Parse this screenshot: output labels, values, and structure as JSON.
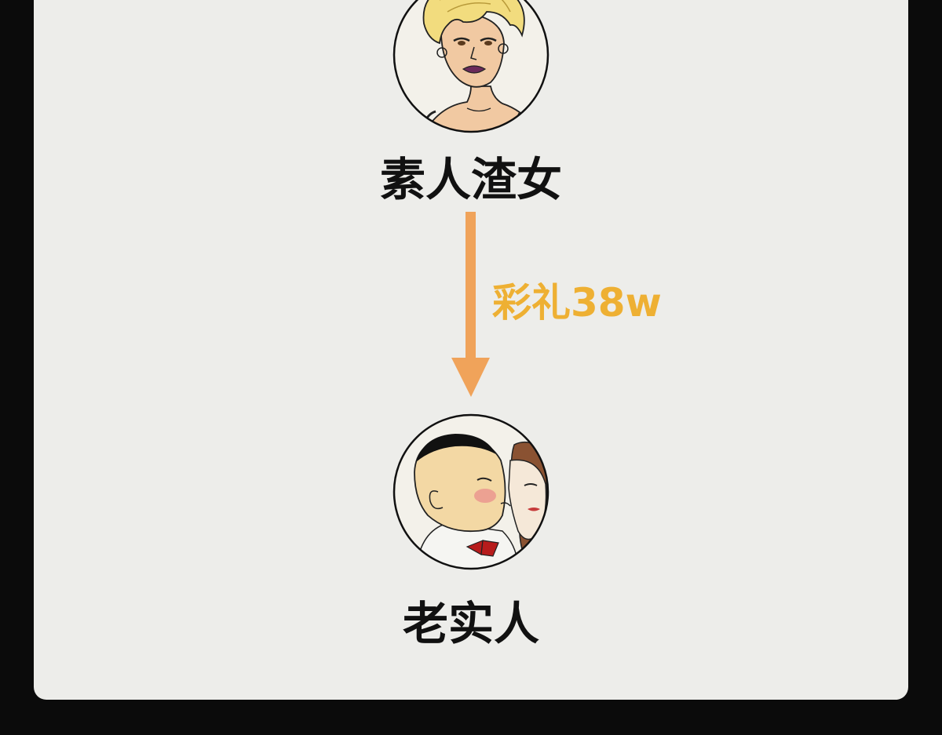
{
  "nodes": {
    "top": {
      "label": "素人渣女"
    },
    "bottom": {
      "label": "老实人"
    }
  },
  "edge": {
    "label": "彩礼38w"
  },
  "colors": {
    "background": "#0b0b0b",
    "panel": "#ededea",
    "arrow": "#f0a35a",
    "edge_label": "#eeb033",
    "text": "#111111"
  },
  "icons": {
    "top_portrait": "blonde-woman-portrait-icon",
    "bottom_portrait": "bald-man-kissing-woman-portrait-icon",
    "arrow": "down-arrow-icon"
  }
}
